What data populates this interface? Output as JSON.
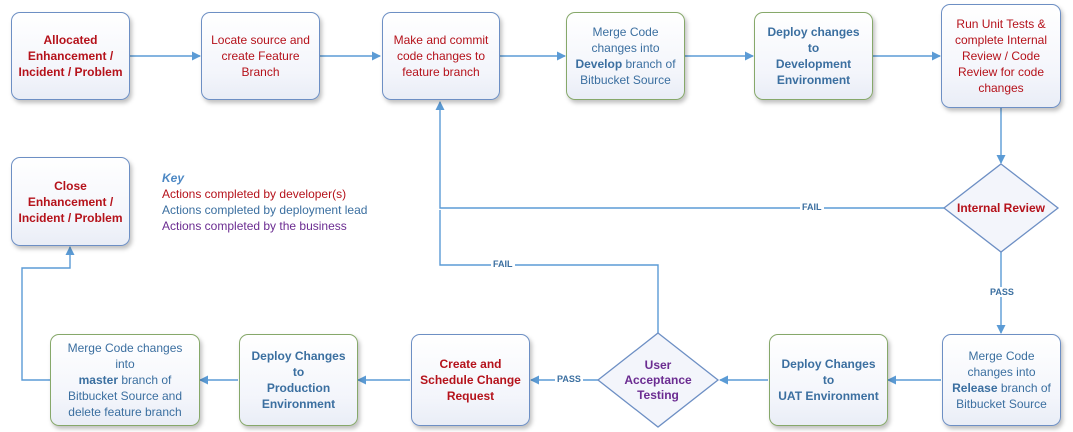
{
  "nodes": {
    "allocated": {
      "line1": "Allocated",
      "line2": "Enhancement /",
      "line3": "Incident / Problem"
    },
    "locate": {
      "line1": "Locate source and",
      "line2": "create Feature",
      "line3": "Branch"
    },
    "commit": {
      "line1": "Make and commit",
      "line2": "code changes to",
      "line3": "feature branch"
    },
    "merge_develop": {
      "line1": "Merge Code",
      "line2": "changes into",
      "line3_bold": "Develop",
      "line3_rest": " branch of",
      "line4": "Bitbucket Source"
    },
    "deploy_dev": {
      "line1": "Deploy changes to",
      "line2": "Development",
      "line3": "Environment"
    },
    "unit_tests": {
      "line1": "Run Unit Tests &",
      "line2": "complete Internal",
      "line3": "Review  / Code",
      "line4": "Review for code",
      "line5": "changes"
    },
    "internal_review": {
      "line1": "Internal Review"
    },
    "merge_release": {
      "line1": "Merge Code",
      "line2": "changes into",
      "line3_bold": "Release",
      "line3_rest": " branch of",
      "line4": "Bitbucket Source"
    },
    "deploy_uat": {
      "line1": "Deploy Changes to",
      "line2": "UAT Environment"
    },
    "uat": {
      "line1": "User",
      "line2": "Acceptance",
      "line3": "Testing"
    },
    "schedule_change": {
      "line1": "Create and",
      "line2": "Schedule Change",
      "line3": "Request"
    },
    "deploy_prod": {
      "line1": "Deploy Changes to",
      "line2": "Production",
      "line3": "Environment"
    },
    "merge_master": {
      "line1": "Merge Code changes into",
      "line2_bold": "master",
      "line2_rest": " branch of",
      "line3": "Bitbucket Source and",
      "line4": "delete feature branch"
    },
    "close": {
      "line1": "Close",
      "line2": "Enhancement /",
      "line3": "Incident / Problem"
    }
  },
  "edge_labels": {
    "review_fail": "FAIL",
    "review_pass": "PASS",
    "uat_fail": "FAIL",
    "uat_pass": "PASS"
  },
  "key": {
    "title": "Key",
    "developer": "Actions completed by developer(s)",
    "deployment_lead": "Actions completed by deployment lead",
    "business": "Actions completed by the business"
  },
  "colors": {
    "developer": "#b5121b",
    "deployment_lead": "#3b6fa0",
    "business": "#6b2c91",
    "connector": "#5b9bd5"
  }
}
